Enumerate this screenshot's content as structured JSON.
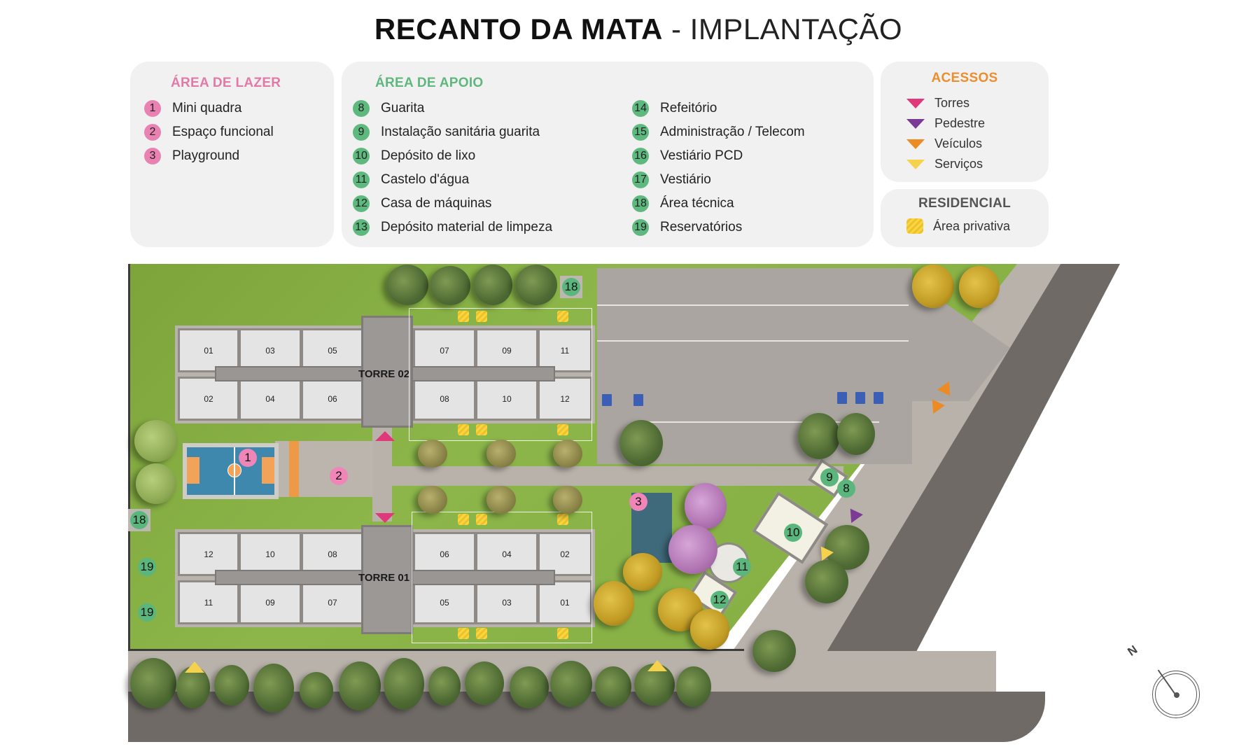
{
  "title": {
    "main": "RECANTO DA MATA",
    "separator": " - ",
    "sub": "IMPLANTAÇÃO"
  },
  "legend": {
    "lazer": {
      "heading": "ÁREA DE LAZER",
      "color": "#e982b3",
      "items": [
        {
          "num": "1",
          "label": "Mini quadra"
        },
        {
          "num": "2",
          "label": "Espaço funcional"
        },
        {
          "num": "3",
          "label": "Playground"
        }
      ]
    },
    "apoio": {
      "heading": "ÁREA DE APOIO",
      "color": "#5eb97e",
      "items": [
        {
          "num": "8",
          "label": "Guarita"
        },
        {
          "num": "9",
          "label": "Instalação sanitária guarita"
        },
        {
          "num": "10",
          "label": "Depósito de lixo"
        },
        {
          "num": "11",
          "label": "Castelo d'água"
        },
        {
          "num": "12",
          "label": "Casa de máquinas"
        },
        {
          "num": "13",
          "label": "Depósito material de limpeza"
        },
        {
          "num": "14",
          "label": "Refeitório"
        },
        {
          "num": "15",
          "label": "Administração / Telecom"
        },
        {
          "num": "16",
          "label": "Vestiário PCD"
        },
        {
          "num": "17",
          "label": "Vestiário"
        },
        {
          "num": "18",
          "label": "Área técnica"
        },
        {
          "num": "19",
          "label": "Reservatórios"
        }
      ]
    },
    "acessos": {
      "heading": "ACESSOS",
      "items": [
        {
          "label": "Torres",
          "color": "#e0397b"
        },
        {
          "label": "Pedestre",
          "color": "#7b3a96"
        },
        {
          "label": "Veículos",
          "color": "#ec8a23"
        },
        {
          "label": "Serviços",
          "color": "#f6d24c"
        }
      ]
    },
    "residencial": {
      "heading": "RESIDENCIAL",
      "item": "Área privativa"
    }
  },
  "map": {
    "torre02": {
      "label": "TORRE 02",
      "top_units": [
        "01",
        "03",
        "05",
        "07",
        "09",
        "11"
      ],
      "bottom_units": [
        "02",
        "04",
        "06",
        "08",
        "10",
        "12"
      ]
    },
    "torre01": {
      "label": "TORRE 01",
      "top_units": [
        "12",
        "10",
        "08",
        "06",
        "04",
        "02"
      ],
      "bottom_units": [
        "11",
        "09",
        "07",
        "05",
        "03",
        "01"
      ]
    },
    "markers": {
      "m1": "1",
      "m2": "2",
      "m3": "3",
      "m8": "8",
      "m9": "9",
      "m10": "10",
      "m11": "11",
      "m12": "12",
      "m18a": "18",
      "m18b": "18",
      "m19a": "19",
      "m19b": "19"
    },
    "compass_label": "N"
  }
}
